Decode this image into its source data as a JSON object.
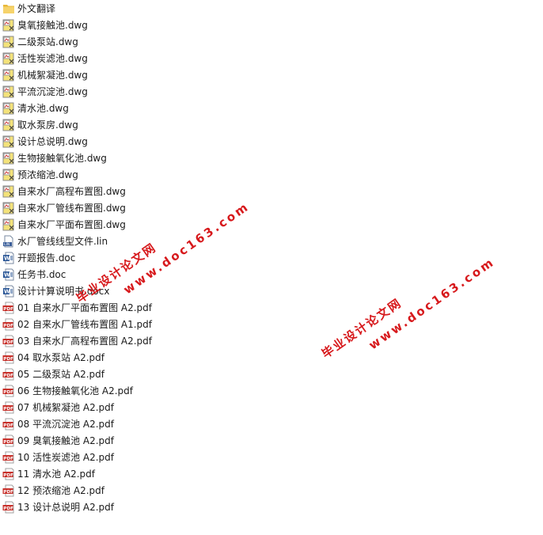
{
  "files": [
    {
      "name": "外文翻译",
      "icon": "folder-icon"
    },
    {
      "name": "臭氧接触池.dwg",
      "icon": "dwg-file-icon"
    },
    {
      "name": "二级泵站.dwg",
      "icon": "dwg-file-icon"
    },
    {
      "name": "活性炭滤池.dwg",
      "icon": "dwg-file-icon"
    },
    {
      "name": "机械絮凝池.dwg",
      "icon": "dwg-file-icon"
    },
    {
      "name": "平流沉淀池.dwg",
      "icon": "dwg-file-icon"
    },
    {
      "name": "清水池.dwg",
      "icon": "dwg-file-icon"
    },
    {
      "name": "取水泵房.dwg",
      "icon": "dwg-file-icon"
    },
    {
      "name": "设计总说明.dwg",
      "icon": "dwg-file-icon"
    },
    {
      "name": "生物接触氧化池.dwg",
      "icon": "dwg-file-icon"
    },
    {
      "name": "预浓缩池.dwg",
      "icon": "dwg-file-icon"
    },
    {
      "name": "自来水厂高程布置图.dwg",
      "icon": "dwg-file-icon"
    },
    {
      "name": "自来水厂管线布置图.dwg",
      "icon": "dwg-file-icon"
    },
    {
      "name": "自来水厂平面布置图.dwg",
      "icon": "dwg-file-icon"
    },
    {
      "name": "水厂管线线型文件.lin",
      "icon": "lin-file-icon"
    },
    {
      "name": "开题报告.doc",
      "icon": "word-file-icon"
    },
    {
      "name": "任务书.doc",
      "icon": "word-file-icon"
    },
    {
      "name": "设计计算说明书.docx",
      "icon": "word-file-icon"
    },
    {
      "name": "01 自来水厂平面布置图 A2.pdf",
      "icon": "pdf-file-icon"
    },
    {
      "name": "02 自来水厂管线布置图 A1.pdf",
      "icon": "pdf-file-icon"
    },
    {
      "name": "03 自来水厂高程布置图 A2.pdf",
      "icon": "pdf-file-icon"
    },
    {
      "name": "04 取水泵站 A2.pdf",
      "icon": "pdf-file-icon"
    },
    {
      "name": "05 二级泵站 A2.pdf",
      "icon": "pdf-file-icon"
    },
    {
      "name": "06 生物接触氧化池 A2.pdf",
      "icon": "pdf-file-icon"
    },
    {
      "name": "07 机械絮凝池 A2.pdf",
      "icon": "pdf-file-icon"
    },
    {
      "name": "08 平流沉淀池 A2.pdf",
      "icon": "pdf-file-icon"
    },
    {
      "name": "09 臭氧接触池 A2.pdf",
      "icon": "pdf-file-icon"
    },
    {
      "name": "10 活性炭滤池 A2.pdf",
      "icon": "pdf-file-icon"
    },
    {
      "name": "11 清水池 A2.pdf",
      "icon": "pdf-file-icon"
    },
    {
      "name": "12 预浓缩池 A2.pdf",
      "icon": "pdf-file-icon"
    },
    {
      "name": "13 设计总说明 A2.pdf",
      "icon": "pdf-file-icon"
    }
  ],
  "watermarks": [
    {
      "line1": "毕业设计论文网",
      "line2": "www.doc163.com"
    },
    {
      "line1": "毕业设计论文网",
      "line2": "www.doc163.com"
    }
  ],
  "colors": {
    "watermark": "#d7191c",
    "folder": "#f0c64e",
    "pdf": "#c8302a",
    "word": "#2b5797"
  }
}
